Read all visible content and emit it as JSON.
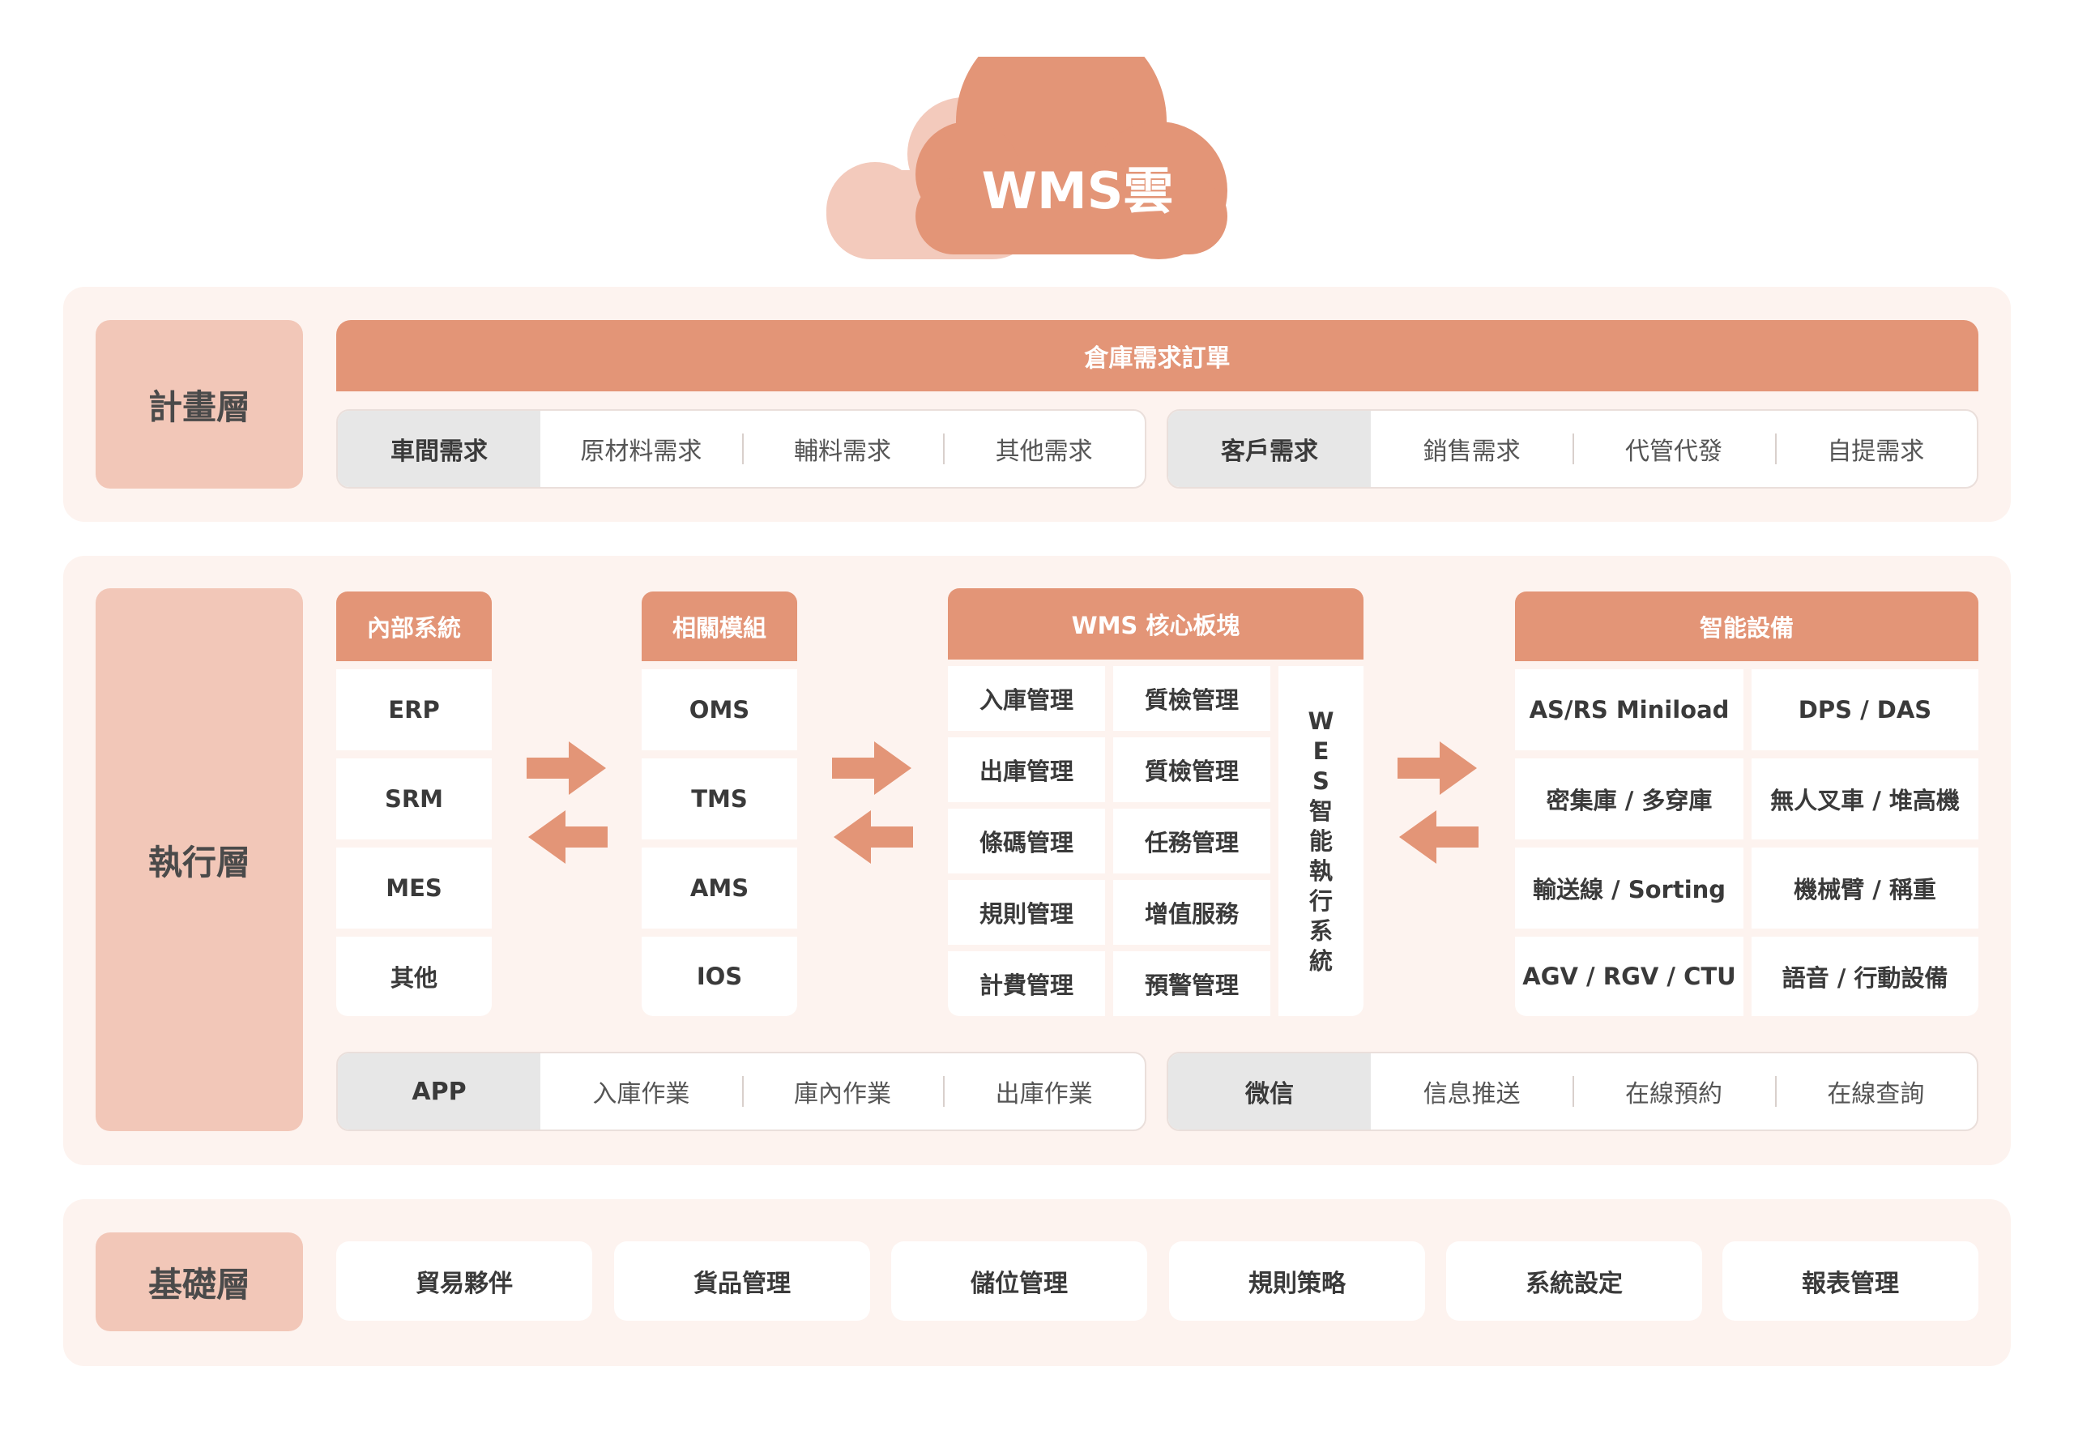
{
  "cloud": {
    "title": "WMS雲"
  },
  "planning": {
    "label": "計畫層",
    "bar": "倉庫需求訂單",
    "groups": [
      {
        "head": "車間需求",
        "items": [
          "原材料需求",
          "輔料需求",
          "其他需求"
        ]
      },
      {
        "head": "客戶需求",
        "items": [
          "銷售需求",
          "代管代發",
          "自提需求"
        ]
      }
    ]
  },
  "execution": {
    "label": "執行層",
    "internal": {
      "title": "內部系統",
      "items": [
        "ERP",
        "SRM",
        "MES",
        "其他"
      ]
    },
    "modules": {
      "title": "相關模組",
      "items": [
        "OMS",
        "TMS",
        "AMS",
        "IOS"
      ]
    },
    "core": {
      "title": "WMS 核心板塊",
      "left": [
        "入庫管理",
        "出庫管理",
        "條碼管理",
        "規則管理",
        "計費管理"
      ],
      "right": [
        "質檢管理",
        "質檢管理",
        "任務管理",
        "增值服務",
        "預警管理"
      ],
      "wes": [
        "W",
        "E",
        "S",
        "智",
        "能",
        "執",
        "行",
        "系",
        "統"
      ]
    },
    "devices": {
      "title": "智能設備",
      "rows": [
        [
          "AS/RS Miniload",
          "DPS / DAS"
        ],
        [
          "密集庫 / 多穿庫",
          "無人叉車 / 堆高機"
        ],
        [
          "輸送線 / Sorting",
          "機械臂 / 稱重"
        ],
        [
          "AGV / RGV / CTU",
          "語音 / 行動設備"
        ]
      ]
    },
    "groups": [
      {
        "head": "APP",
        "items": [
          "入庫作業",
          "庫內作業",
          "出庫作業"
        ]
      },
      {
        "head": "微信",
        "items": [
          "信息推送",
          "在線預約",
          "在線查詢"
        ]
      }
    ]
  },
  "foundation": {
    "label": "基礎層",
    "items": [
      "貿易夥伴",
      "貨品管理",
      "儲位管理",
      "規則策略",
      "系統設定",
      "報表管理"
    ]
  },
  "colors": {
    "accent": "#e39577",
    "accent_light": "#f2c7b8",
    "panel": "#fdf3ef",
    "header_gray": "#e7e7e7"
  }
}
